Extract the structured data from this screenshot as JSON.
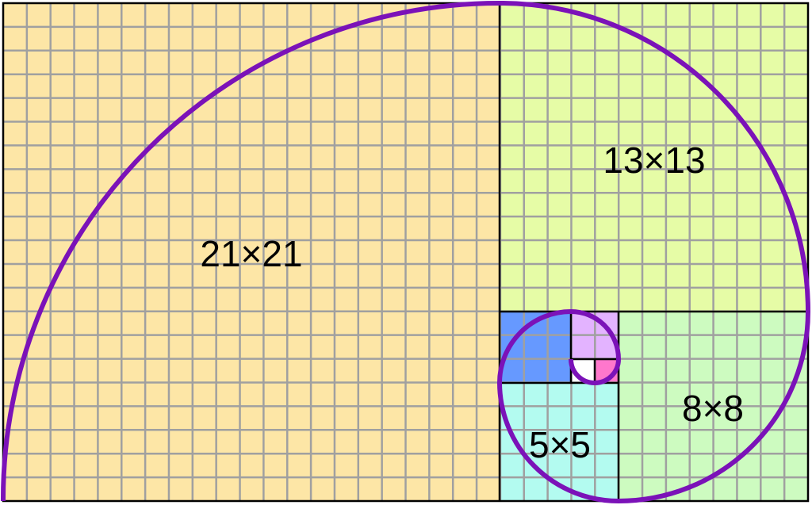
{
  "labels": {
    "sq21": "21×21",
    "sq13": "13×13",
    "sq8": "8×8",
    "sq5": "5×5"
  },
  "colors": {
    "square_21": "#fde6a6",
    "square_13": "#e6fca6",
    "square_8": "#cdfbc0",
    "square_5": "#b3fbf0",
    "square_3": "#6699ff",
    "square_2": "#e3b3ff",
    "square_1a": "#ff77cc",
    "square_1b": "#ffffff",
    "grid": "#a0a0a0",
    "border": "#000000",
    "spiral": "#7b12b8"
  }
}
